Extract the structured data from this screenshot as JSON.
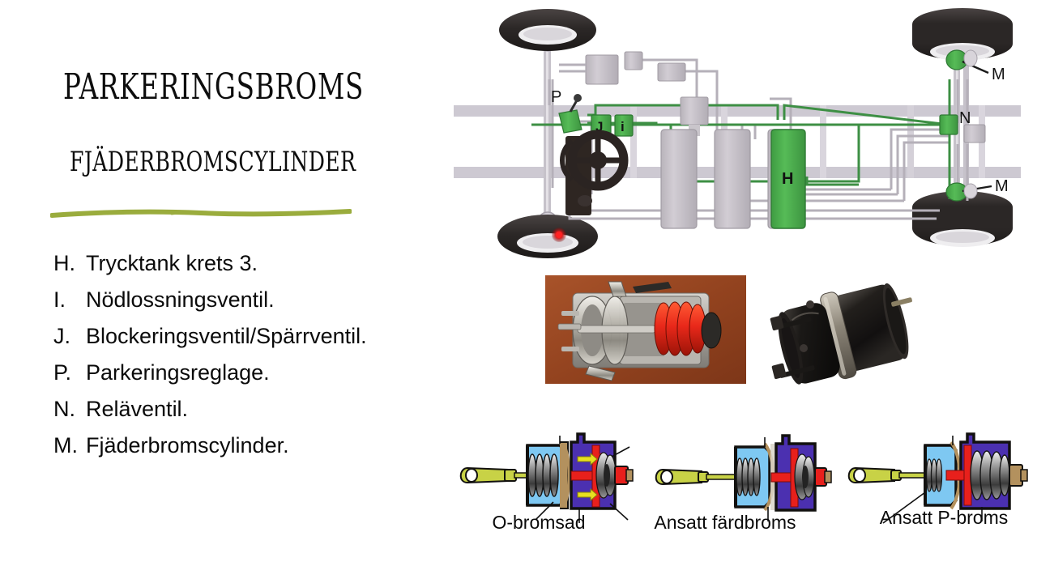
{
  "slide": {
    "title_main": "PARKERINGSBROMS",
    "title_sub": "FJÄDERBROMSCYLINDER",
    "rule_color": "#9aac3d"
  },
  "legend": {
    "items": [
      {
        "key": "H.",
        "text": "Trycktank krets 3."
      },
      {
        "key": "I.",
        "text": "Nödlossningsventil."
      },
      {
        "key": "J.",
        "text": "Blockeringsventil/Spärrventil."
      },
      {
        "key": "P.",
        "text": "Parkeringsreglage."
      },
      {
        "key": "N.",
        "text": "Reläventil."
      },
      {
        "key": "M.",
        "text": "Fjäderbromscylinder."
      }
    ]
  },
  "chassis_diagram": {
    "alt": "Lastbilschassi med bromssystem sett uppifrån",
    "labels": [
      {
        "id": "P",
        "text": "P"
      },
      {
        "id": "J",
        "text": "J"
      },
      {
        "id": "i",
        "text": "i"
      },
      {
        "id": "H",
        "text": "H"
      },
      {
        "id": "N",
        "text": "N"
      },
      {
        "id": "M_front",
        "text": "M"
      },
      {
        "id": "M_rear",
        "text": "M"
      }
    ],
    "colors": {
      "frame": "#cdc9d2",
      "tank": "#c4c0c6",
      "green_component": "#4eae50",
      "green_line": "#3f8f46",
      "air_line": "#b9b4bd",
      "tire": "#2f2b2b",
      "warning_lamp": "#e01b1b"
    }
  },
  "photos": [
    {
      "id": "photo-cutaway",
      "alt": "Genomskuren fjäderbromscylinder med röd fjäder",
      "bg": "#9e4a23"
    },
    {
      "id": "photo-chamber",
      "alt": "Svart fjäderbromscylinder",
      "bg": "#ffffff"
    }
  ],
  "figures": [
    {
      "id": "fig-1",
      "caption": "O-bromsad",
      "state": "spring compressed, service chamber released",
      "colors": {
        "spring_chamber": "#7ec8f2",
        "service_chamber": "#4b30b0",
        "rod": "#e8201c",
        "clevis": "#c8d246",
        "arrow": "#e8e020",
        "outline": "#101010"
      }
    },
    {
      "id": "fig-2",
      "caption": "Ansatt färdbroms",
      "state": "service brake applied, rod extended",
      "colors": {
        "spring_chamber": "#7ec8f2",
        "service_chamber": "#4b30b0",
        "rod": "#e8201c",
        "clevis": "#c8d246",
        "outline": "#101010"
      }
    },
    {
      "id": "fig-3",
      "caption": "Ansatt P-broms",
      "state": "parking brake applied, spring expanded",
      "colors": {
        "spring_chamber": "#7ec8f2",
        "service_chamber": "#4b30b0",
        "rod": "#e8201c",
        "clevis": "#c8d246",
        "outline": "#101010"
      }
    }
  ]
}
